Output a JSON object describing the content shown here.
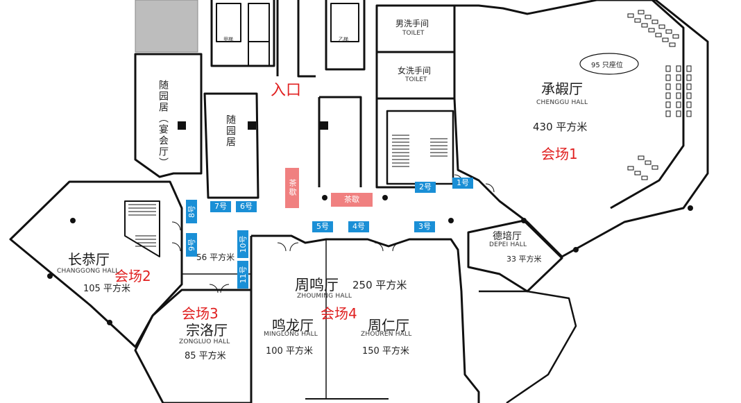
{
  "entrance": {
    "label": "入口"
  },
  "restrooms": {
    "men": {
      "cn": "男洗手间",
      "en": "TOILET"
    },
    "women": {
      "cn": "女洗手间",
      "en": "TOILET"
    }
  },
  "halls": {
    "chenggu": {
      "cn": "承嘏厅",
      "en": "CHENGGU HALL",
      "area": "430 平方米",
      "seats": "95 只座位",
      "venue": "会场1"
    },
    "changgong": {
      "cn": "长恭厅",
      "en": "CHANGGONG HALL",
      "area": "105 平方米",
      "venue": "会场2"
    },
    "zongluo": {
      "cn": "宗洛厅",
      "en": "ZONGLUO HALL",
      "area": "85 平方米",
      "venue": "会场3"
    },
    "zhouming": {
      "cn": "周鸣厅",
      "en": "ZHOUMING HALL",
      "area": "250 平方米",
      "venue": "会场4"
    },
    "minglong": {
      "cn": "鸣龙厅",
      "en": "MINGLONG HALL",
      "area": "100 平方米"
    },
    "zhouren": {
      "cn": "周仁厅",
      "en": "ZHOUREN HALL",
      "area": "150 平方米"
    },
    "depei": {
      "cn": "德培厅",
      "en": "DEPEI HALL",
      "area": "33 平方米"
    },
    "suiyuanju_banquet": {
      "cn": "随园居",
      "sub": "（宴会厅）"
    },
    "suiyuanju": {
      "cn": "随园居"
    },
    "lobby": {
      "area": "56 平方米"
    }
  },
  "doors": {
    "d1": "1号",
    "d2": "2号",
    "d3": "3号",
    "d4": "4号",
    "d5": "5号",
    "d6": "6号",
    "d7": "7号",
    "d8": "8号",
    "d9": "9号",
    "d10": "10号",
    "d11": "11号"
  },
  "tea_break": {
    "label": "茶歇"
  },
  "colors": {
    "door_tag": "#1a8fd6",
    "tea_tag": "#f08080",
    "venue_text": "#e02020",
    "wall": "#111111"
  },
  "elevator_labels": {
    "a": "甲梯",
    "b": "乙梯"
  }
}
